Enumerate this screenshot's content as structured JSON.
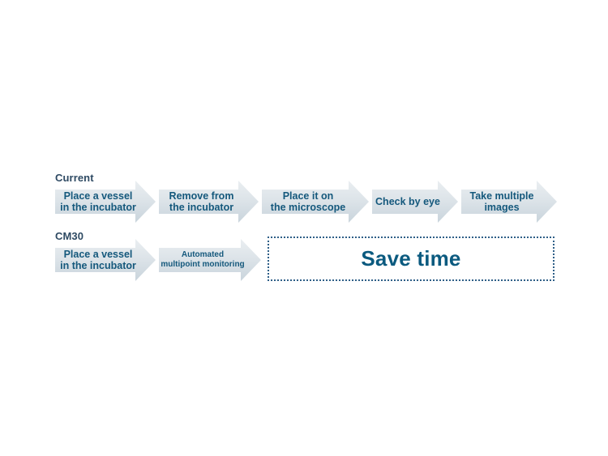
{
  "colors": {
    "background": "#ffffff",
    "row_label_text": "#2e4a63",
    "arrow_text": "#14587c",
    "arrow_gradient_top": "#eaeef1",
    "arrow_gradient_bottom": "#c9d4dc",
    "save_time_text": "#0b5a7f",
    "save_time_border": "#2e5f87"
  },
  "rows": [
    {
      "label": "Current",
      "steps": [
        {
          "text": "Place a vessel\nin the incubator"
        },
        {
          "text": "Remove from\nthe incubator"
        },
        {
          "text": "Place it on\nthe microscope"
        },
        {
          "text": "Check by eye"
        },
        {
          "text": "Take multiple\nimages"
        }
      ]
    },
    {
      "label": "CM30",
      "steps": [
        {
          "text": "Place a vessel\nin the incubator"
        },
        {
          "text": "Automated\nmultipoint monitoring"
        }
      ],
      "result": "Save time"
    }
  ]
}
